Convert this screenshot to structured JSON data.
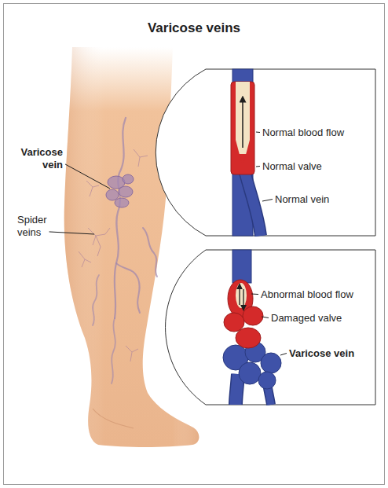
{
  "diagram": {
    "title": "Varicose veins",
    "labels": [
      "Varicose vein",
      "Spider veins",
      "Normal blood flow",
      "Normal valve",
      "Normal vein",
      "Abnormal blood flow",
      "Damaged valve",
      "Varicose vein"
    ]
  }
}
